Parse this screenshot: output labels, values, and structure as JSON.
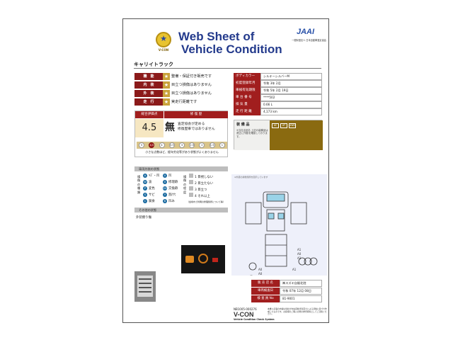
{
  "header": {
    "title_line1": "Web Sheet of",
    "title_line2": "Vehicle Condition",
    "logo_text": "V-CON",
    "jaai_logo": "JAAI",
    "jaai_org": "一般財団法人 日本自動車査定協会"
  },
  "vehicle_name": "キャリイトラック",
  "features": [
    {
      "label": "機　能",
      "star": "★",
      "text": "整備・保証付き販売です"
    },
    {
      "label": "内　装",
      "star": "★",
      "text": "目立つ損傷はありません"
    },
    {
      "label": "外　装",
      "star": "★",
      "text": "目立つ損傷はありません"
    },
    {
      "label": "走　行",
      "star": "★",
      "text": "実走行距離です"
    }
  ],
  "specs": [
    {
      "key": "ボディカラー",
      "value": "シルキーシルバーM"
    },
    {
      "key": "初度登録年月",
      "value": "令和 3年 2月"
    },
    {
      "key": "車検有効期限",
      "value": "令和 5年 2月 19日"
    },
    {
      "key": "車 台 番 号",
      "value": "****502"
    },
    {
      "key": "排 気 量",
      "value": "0.66 L"
    },
    {
      "key": "走 行 距 離",
      "value": "4,173 km"
    }
  ],
  "evaluation": {
    "header_score": "総合評価点",
    "header_repair": "修 復 歴",
    "score": "4.5",
    "repair_mark": "無",
    "repair_desc_line1": "査定協会が定める",
    "repair_desc_line2": "修復歴車ではありません",
    "scale": [
      "5",
      "4.5",
      "4",
      "3.5",
      "3",
      "2.5",
      "2",
      "1.5",
      "1"
    ],
    "scale_active": "4.5",
    "note": "小さな点数ほど、経年劣化等があり状態がよくありません"
  },
  "equipment": {
    "title": "装 備 品",
    "note": "※当社出品名 上記の装備品は適正に作動を確認しております。",
    "chips": [
      "AC",
      "AT",
      "4WD"
    ]
  },
  "sections": {
    "condition": "車両外装の状態",
    "other": "その他の状態"
  },
  "legend": {
    "left_title": "損傷の種類",
    "right_title": "損傷の程度",
    "types": [
      {
        "code": "A",
        "text": "ｷｽﾞ・凹"
      },
      {
        "code": "U",
        "text": "凹"
      },
      {
        "code": "W",
        "text": "波"
      },
      {
        "code": "S",
        "text": "サビ"
      },
      {
        "code": "C",
        "text": "腐食"
      },
      {
        "code": "P",
        "text": "変色"
      },
      {
        "code": "X",
        "text": "修理跡"
      },
      {
        "code": "XX",
        "text": "交換跡"
      },
      {
        "code": "Y",
        "text": "割/穴"
      },
      {
        "code": "B",
        "text": "凹み"
      }
    ],
    "degrees": [
      {
        "code": "1",
        "text": "目視しない"
      },
      {
        "code": "2",
        "text": "目立たない"
      },
      {
        "code": "3",
        "text": "目立つ"
      },
      {
        "code": "4",
        "text": "それ以上"
      }
    ],
    "degree_note": "（会場内で判明の修理箇所について等）"
  },
  "other_condition_text": "外装擦り傷",
  "diagram": {
    "note": "※外装の損傷箇所を図示しています",
    "codes": [
      "A1",
      "A0",
      "A1",
      "A0",
      "A0",
      "A1"
    ]
  },
  "sales": [
    {
      "key": "販 売 店 名",
      "value": "㈱スズキ自販北陸"
    },
    {
      "key": "車両検査日",
      "value": "令和 07年 12月 08日"
    },
    {
      "key": "検 査 員 No",
      "value": "81-9001"
    }
  ],
  "footer": {
    "code": "NB1005-000276",
    "vcon": "V-CON",
    "system": "Vehicle Condition Check System",
    "disclaimer": "本書に記載の内容は当社が中古自動車査定士による評価に基づき作成したものです。お客様のご購入の際の参考資料としてご活用ください。"
  }
}
